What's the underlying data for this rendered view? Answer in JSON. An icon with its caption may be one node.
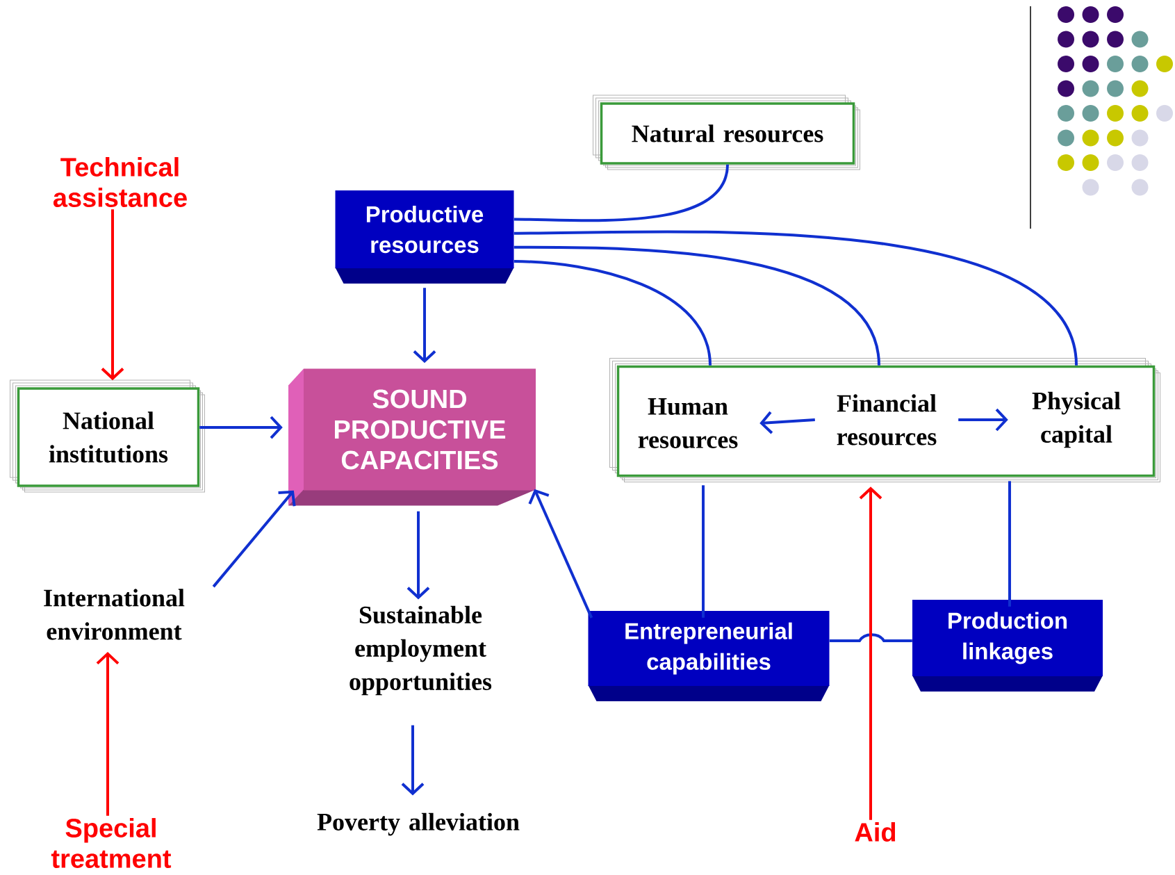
{
  "diagram": {
    "nodes": [
      {
        "text": [
          "Technical assistance"
        ]
      },
      {
        "text": [
          "Natural resources"
        ]
      },
      {
        "text": [
          "Productive resources"
        ]
      },
      {
        "text": [
          "National institutions"
        ]
      },
      {
        "text": [
          "SOUND PRODUCTIVE CAPACITIES"
        ]
      },
      {
        "text": [],
        "shape": "box"
      },
      {
        "text": [
          "Human resources"
        ],
        "in": 5
      },
      {
        "text": [
          "Financial resources"
        ],
        "in": 5
      },
      {
        "text": [
          "Physical capital"
        ],
        "in": 5
      },
      {
        "text": [
          "International environment"
        ]
      },
      {
        "text": [
          "Sustainable employment opportunities"
        ]
      },
      {
        "text": [
          "Entrepreneurial capabilities"
        ]
      },
      {
        "text": [
          "Production linkages"
        ]
      },
      {
        "text": [
          "Poverty alleviation"
        ]
      },
      {
        "text": [
          "Special treatment"
        ]
      },
      {
        "text": [
          "Aid"
        ]
      }
    ],
    "edges": [
      {
        "from": 0,
        "to": 3,
        "arrow": "to",
        "color": "#ff0000"
      },
      {
        "from": 1,
        "to": 2,
        "arrow": "none"
      },
      {
        "from": 2,
        "to": 6,
        "arrow": "none"
      },
      {
        "from": 2,
        "to": 7,
        "arrow": "none"
      },
      {
        "from": 2,
        "to": 8,
        "arrow": "none"
      },
      {
        "from": 2,
        "to": 4,
        "arrow": "to"
      },
      {
        "from": 3,
        "to": 4,
        "arrow": "to"
      },
      {
        "from": 9,
        "to": 4,
        "arrow": "to"
      },
      {
        "from": 7,
        "to": 6,
        "arrow": "to"
      },
      {
        "from": 7,
        "to": 8,
        "arrow": "to"
      },
      {
        "from": 6,
        "to": 11,
        "arrow": "none"
      },
      {
        "from": 8,
        "to": 12,
        "arrow": "none"
      },
      {
        "from": 11,
        "to": 4,
        "arrow": "to"
      },
      {
        "from": 11,
        "to": 12,
        "arrow": "none"
      },
      {
        "from": 15,
        "to": 7,
        "arrow": "to",
        "color": "#ff0000"
      },
      {
        "from": 14,
        "to": 9,
        "arrow": "to",
        "color": "#ff0000"
      },
      {
        "from": 4,
        "to": 10,
        "arrow": "to"
      },
      {
        "from": 10,
        "to": 13,
        "arrow": "to"
      }
    ]
  }
}
